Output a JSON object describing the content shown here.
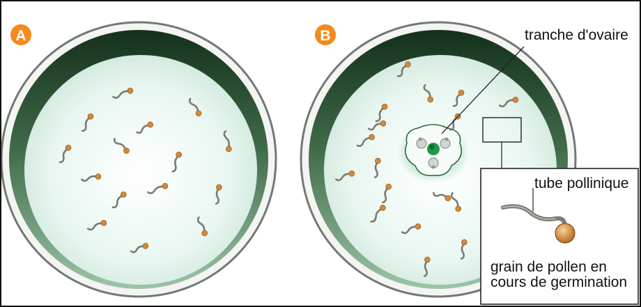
{
  "panel_a": {
    "label": "A"
  },
  "panel_b": {
    "label": "B"
  },
  "labels": {
    "ovary_slice": "tranche d'ovaire",
    "pollen_tube": "tube pollinique",
    "pollen_grain_line1": "grain de pollen en",
    "pollen_grain_line2": "cours de germination"
  },
  "colors": {
    "badge": "#f28a1c",
    "medium": "#dff2ea",
    "dish_rim": "#3c5a40",
    "ovary_green": "#1e9a4a",
    "pollen_grain": "#d08a3a",
    "pollen_tube": "#7c7a72"
  },
  "icons": {
    "badge_shape": "circle",
    "pollen": "germinating-pollen-grain"
  }
}
